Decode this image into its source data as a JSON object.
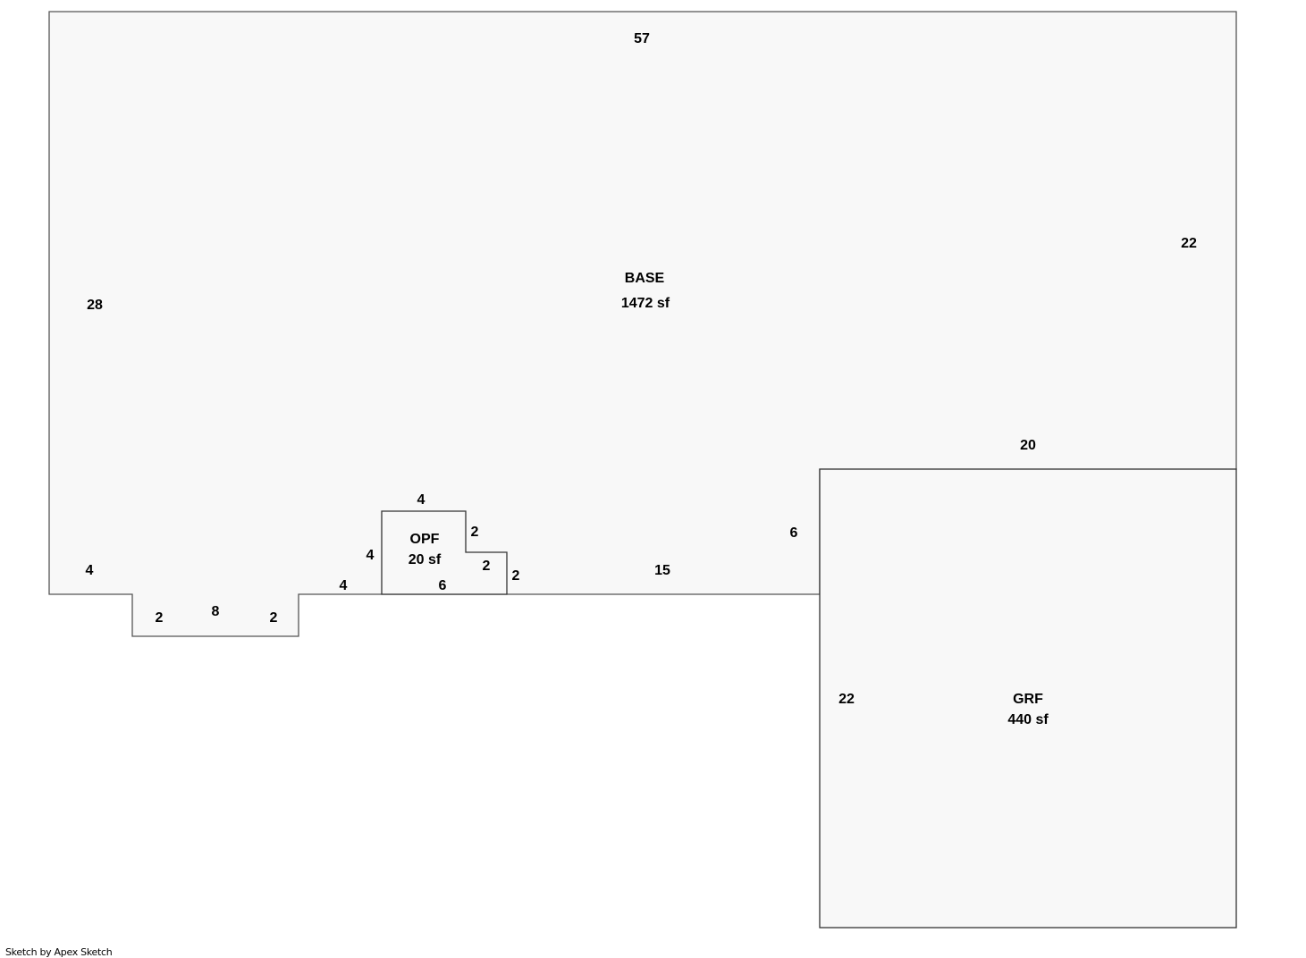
{
  "areas": {
    "base": {
      "name": "BASE",
      "area": "1472 sf"
    },
    "opf": {
      "name": "OPF",
      "area": "20 sf"
    },
    "grf": {
      "name": "GRF",
      "area": "440 sf"
    }
  },
  "dimensions": {
    "base_top": "57",
    "base_right": "22",
    "base_left": "28",
    "base_step_top": "20",
    "base_step_left": "6",
    "base_bottom_right": "15",
    "base_bottom_left": "4",
    "bump_left": "2",
    "bump_bottom": "8",
    "bump_right": "2",
    "base_bottom_mid": "4",
    "opf_left": "4",
    "opf_top": "4",
    "opf_right_upper": "2",
    "opf_step": "2",
    "opf_right_lower": "2",
    "opf_bottom": "6",
    "grf_left": "22"
  },
  "footer": {
    "credit": "Sketch by Apex Sketch"
  },
  "colors": {
    "fill": "#f8f8f8",
    "stroke": "#555555"
  }
}
